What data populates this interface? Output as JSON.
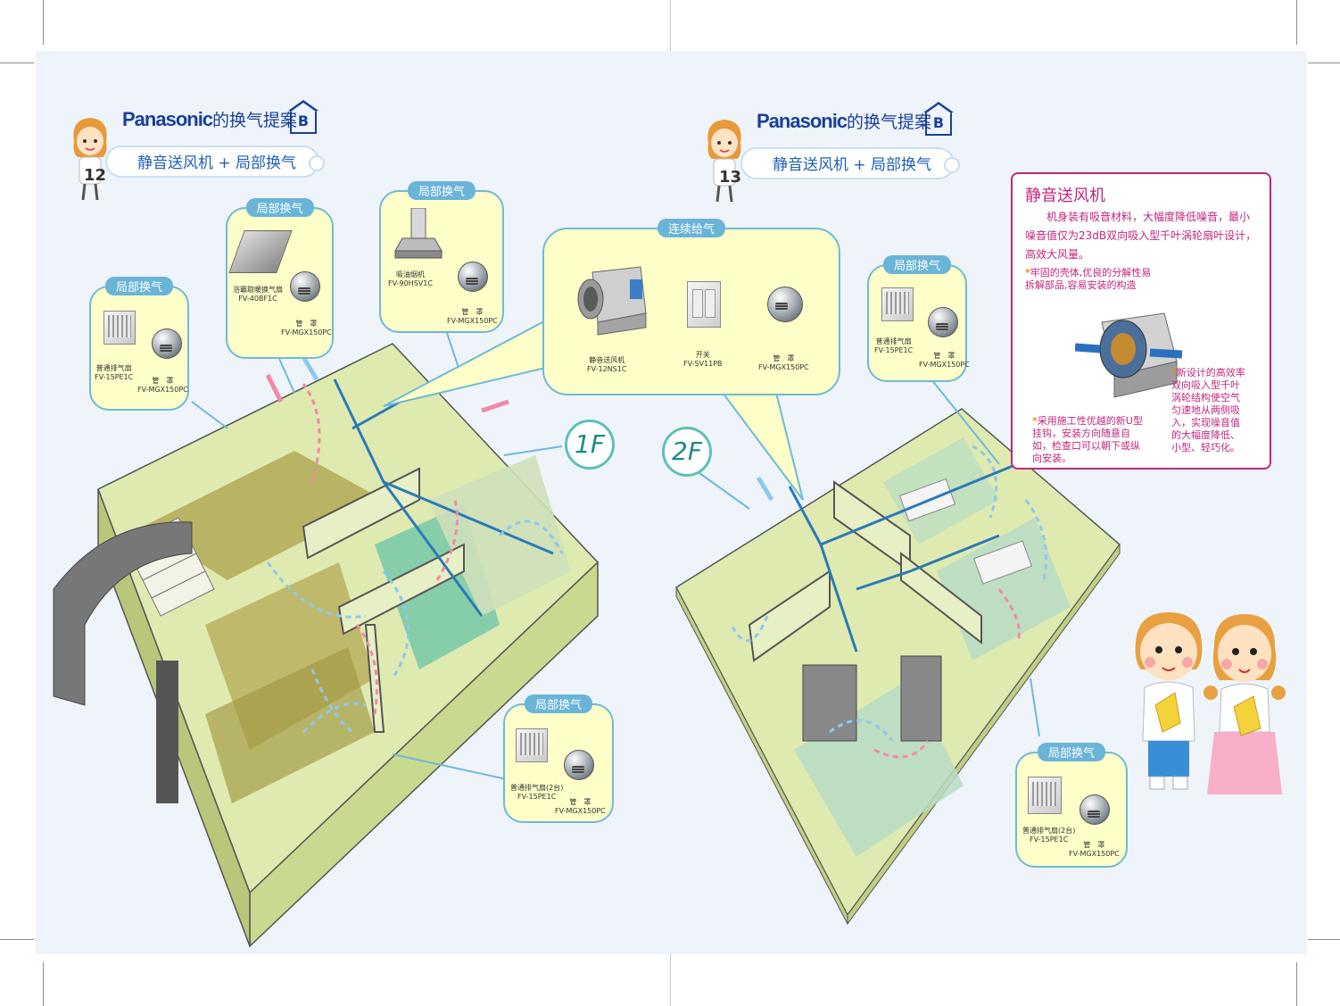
{
  "left_page": {
    "header": {
      "brand": "Panasonic",
      "title": "的换气提案",
      "badge": "B",
      "subtitle": "静音送风机 + 局部换气",
      "page_number": "12"
    },
    "floor_label": "1F",
    "callouts": [
      {
        "title": "局部换气",
        "products": [
          {
            "label": "普通排气扇\nFV-15PE1C"
          },
          {
            "label": "管　罩\nFV-MGX150PC"
          }
        ]
      },
      {
        "title": "局部换气",
        "products": [
          {
            "label": "浴霸取暖换气扇\nFV-40BF1C"
          },
          {
            "label": "管　罩\nFV-MGX150PC"
          }
        ]
      },
      {
        "title": "局部换气",
        "products": [
          {
            "label": "吸油烟机\nFV-90HSV1C"
          },
          {
            "label": "管　罩\nFV-MGX150PC"
          }
        ]
      },
      {
        "title": "局部换气",
        "products": [
          {
            "label": "普通排气扇(2台)\nFV-15PE1C"
          },
          {
            "label": "管　罩\nFV-MGX150PC"
          }
        ]
      }
    ]
  },
  "center_callout": {
    "title": "连续给气",
    "products": [
      {
        "label": "静音送风机\nFV-12NS1C"
      },
      {
        "label": "开关\nFV-SV11PB"
      },
      {
        "label": "管　罩\nFV-MGX150PC"
      }
    ]
  },
  "right_page": {
    "header": {
      "brand": "Panasonic",
      "title": "的换气提案",
      "badge": "B",
      "subtitle": "静音送风机 + 局部换气",
      "page_number": "13"
    },
    "floor_label": "2F",
    "callouts": [
      {
        "title": "局部换气",
        "products": [
          {
            "label": "普通排气扇\nFV-15PE1C"
          },
          {
            "label": "管　罩\nFV-MGX150PC"
          }
        ]
      },
      {
        "title": "局部换气",
        "products": [
          {
            "label": "普通排气扇(2台)\nFV-15PE1C"
          },
          {
            "label": "管　罩\nFV-MGX150PC"
          }
        ]
      }
    ],
    "info_box": {
      "title": "静音送风机",
      "body": "机身装有吸音材料，大幅度降低噪音，最小噪音值仅为23dB双向吸入型千叶涡轮扇叶设计，高效大风量。",
      "note1": "牢固的壳体,优良的分解性易拆解部品,容易安装的构造",
      "note2": "新设计的高效率双向吸入型千叶涡轮结构使空气匀速地从两侧吸入，实现噪音值的大幅度降低、小型、轻巧化。",
      "note3": "采用施工性优越的新U型挂钩，安装方向随意自如，检查口可以朝下或纵向安装。"
    }
  }
}
